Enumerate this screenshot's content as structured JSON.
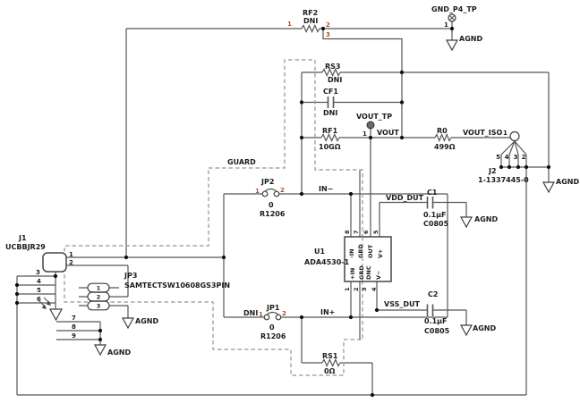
{
  "labels": {
    "guard": "GUARD",
    "vout": "VOUT",
    "vout_iso": "VOUT_ISO",
    "vdd": "VDD_DUT",
    "vss": "VSS_DUT",
    "agnd": "AGND",
    "in_n": "IN−",
    "in_p": "IN+",
    "gnd_tp": "GND_P4_TP",
    "vout_tp": "VOUT_TP"
  },
  "components": {
    "rf2": {
      "ref": "RF2",
      "value": "DNI"
    },
    "rs3": {
      "ref": "RS3",
      "value": "DNI"
    },
    "cf1": {
      "ref": "CF1",
      "value": "DNI"
    },
    "rf1": {
      "ref": "RF1",
      "value": "10GΩ"
    },
    "r0": {
      "ref": "R0",
      "value": "499Ω"
    },
    "rs1": {
      "ref": "RS1",
      "value": "0Ω"
    },
    "c1": {
      "ref": "C1",
      "value": "0.1µF",
      "footprint": "C0805"
    },
    "c2": {
      "ref": "C2",
      "value": "0.1µF",
      "footprint": "C0805"
    },
    "jp2": {
      "ref": "JP2",
      "value": "0",
      "footprint": "R1206"
    },
    "jp1": {
      "ref": "JP1",
      "dni": "DNI",
      "value": "0",
      "footprint": "R1206"
    },
    "u1": {
      "ref": "U1",
      "value": "ADA4530-1"
    },
    "j1": {
      "ref": "J1",
      "value": "UCBBJR29"
    },
    "jp3": {
      "ref": "JP3",
      "value": "SAMTECTSW10608GS3PIN"
    },
    "j2": {
      "ref": "J2",
      "value": "1-1337445-0"
    }
  },
  "pins": {
    "rf2": [
      "1",
      "2",
      "3"
    ],
    "jp2": [
      "1",
      "2"
    ],
    "jp1": [
      "1",
      "2"
    ],
    "tp": "1",
    "j1": [
      "1",
      "2",
      "3",
      "4",
      "5",
      "6",
      "7",
      "8",
      "9"
    ],
    "jp3": [
      "1",
      "2",
      "3"
    ],
    "j2_pin1": "1",
    "j2_fan": [
      "5",
      "4",
      "3",
      "2"
    ],
    "u1_top_nums": [
      "8",
      "7",
      "6",
      "5"
    ],
    "u1_top_names": [
      "-IN",
      "GRD",
      "OUT",
      "V+"
    ],
    "u1_bot_nums": [
      "1",
      "2",
      "3",
      "4"
    ],
    "u1_bot_names": [
      "+IN",
      "GRD",
      "DNC",
      "V−"
    ]
  },
  "colors": {
    "wire": "#565656",
    "guard_dash": "#949494",
    "pin_accent": "#a0522d"
  }
}
